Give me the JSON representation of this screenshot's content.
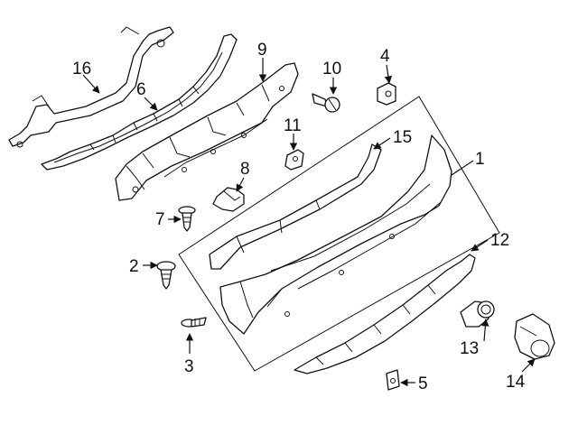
{
  "diagram": {
    "callouts": [
      {
        "id": "c1",
        "text": "1"
      },
      {
        "id": "c2",
        "text": "2"
      },
      {
        "id": "c3",
        "text": "3"
      },
      {
        "id": "c4",
        "text": "4"
      },
      {
        "id": "c5",
        "text": "5"
      },
      {
        "id": "c6",
        "text": "6"
      },
      {
        "id": "c7",
        "text": "7"
      },
      {
        "id": "c8",
        "text": "8"
      },
      {
        "id": "c9",
        "text": "9"
      },
      {
        "id": "c10",
        "text": "10"
      },
      {
        "id": "c11",
        "text": "11"
      },
      {
        "id": "c12",
        "text": "12"
      },
      {
        "id": "c13",
        "text": "13"
      },
      {
        "id": "c14",
        "text": "14"
      },
      {
        "id": "c15",
        "text": "15"
      },
      {
        "id": "c16",
        "text": "16"
      }
    ]
  }
}
